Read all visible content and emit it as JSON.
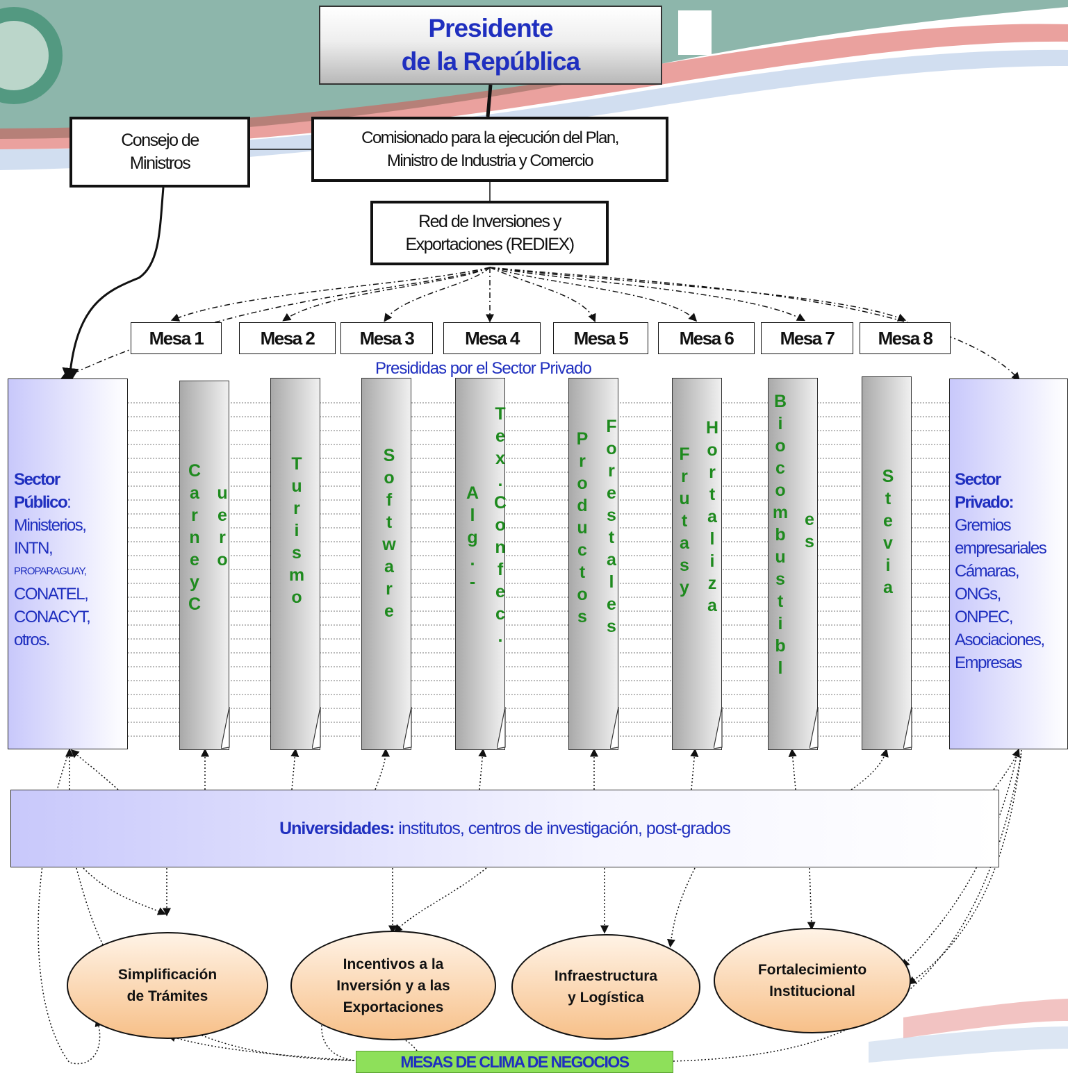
{
  "presidente": [
    "Presidente",
    "de la República"
  ],
  "consejo": [
    "Consejo de",
    "Ministros"
  ],
  "comisionado": [
    "Comisionado para la ejecución del Plan,",
    "Ministro de Industria y Comercio"
  ],
  "rediex": [
    "Red de Inversiones y",
    "Exportaciones (REDIEX)"
  ],
  "mesas": [
    "Mesa 1",
    "Mesa 2",
    "Mesa 3",
    "Mesa 4",
    "Mesa 5",
    "Mesa 6",
    "Mesa 7",
    "Mesa 8"
  ],
  "presididas": "Presididas por el Sector Privado",
  "sector_publico": {
    "title": "Sector",
    "title2": "Público",
    "colon": ":",
    "items": [
      "Ministerios,",
      "INTN,",
      "PROPARAGUAY,",
      "CONATEL,",
      "CONACYT,",
      "otros."
    ]
  },
  "sector_privado": {
    "title": "Sector",
    "title2": "Privado:",
    "items": [
      "Gremios",
      "empresariales",
      "Cámaras,",
      "ONGs,",
      "ONPEC,",
      "Asociaciones,",
      "Empresas"
    ]
  },
  "columns": [
    {
      "word": "Carne y Cuero"
    },
    {
      "word": "Turismo"
    },
    {
      "word": "Software"
    },
    {
      "word": "Alg.-Tex.Confec."
    },
    {
      "word": "Productos Forestales"
    },
    {
      "word": "Frutas y Hortalizas"
    },
    {
      "word": "Biocombustibles"
    },
    {
      "word": "Stevia"
    }
  ],
  "universidades": {
    "bold": "Universidades:",
    "rest": " institutos, centros de investigación, post-grados"
  },
  "ovals": [
    [
      "Simplificación",
      "de Trámites"
    ],
    [
      "Incentivos a la",
      "Inversión y a las",
      "Exportaciones"
    ],
    [
      "Infraestructura",
      "y Logística"
    ],
    [
      "Fortalecimiento",
      "Institucional"
    ]
  ],
  "mesas_clima": "MESAS DE CLIMA DE NEGOCIOS",
  "colors": {
    "blue_text": "#1f2fbf",
    "green_text": "#1e8a1e",
    "banner_green": "#8ee05a",
    "oval_orange": "#f7c089",
    "sector_lilac": "#c8c8fb"
  }
}
